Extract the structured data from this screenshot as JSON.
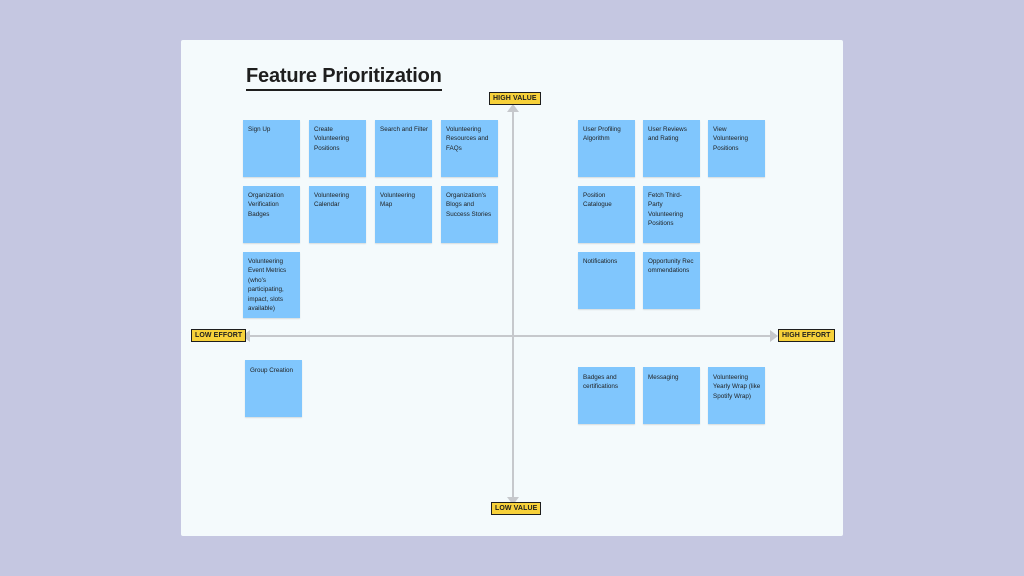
{
  "title": "Feature Prioritization",
  "axes": {
    "high_value": "HIGH VALUE",
    "low_value": "LOW VALUE",
    "low_effort": "LOW EFFORT",
    "high_effort": "HIGH EFFORT"
  },
  "stickies": {
    "sign_up": "Sign Up",
    "create_volunteering_positions": "Create Volunteering Positions",
    "search_and_filter": "Search and Filter",
    "volunteering_resources": "Volunteering Resources and FAQs",
    "organization_verification_badges": "Organization Verification Badges",
    "volunteering_calendar": "Volunteering Calendar",
    "volunteering_map": "Volunteering Map",
    "organization_blogs": "Organization's Blogs and Success Stories",
    "volunteering_event_metrics": "Volunteering Event Metrics (who's participating, impact, slots available)",
    "group_creation": "Group Creation",
    "user_profiling_algorithm": "User Profiling Algorithm",
    "user_reviews_and_rating": "User Reviews and Rating",
    "view_volunteering_positions": "View Volunteering Positions",
    "position_catalogue": "Position Catalogue",
    "fetch_third_party": "Fetch Third-Party Volunteering Positions",
    "notifications": "Notifications",
    "opportunity_recommendations": "Opportunity Recommendations",
    "badges_and_certifications": "Badges and certifications",
    "messaging": "Messaging",
    "volunteering_yearly_wrap": "Volunteering Yearly Wrap (like Spotify Wrap)"
  },
  "colors": {
    "background": "#c5c7e1",
    "board": "#f4fafc",
    "sticky": "#80c6fd",
    "tag": "#f7d13a",
    "axis": "#c6c8cc"
  }
}
